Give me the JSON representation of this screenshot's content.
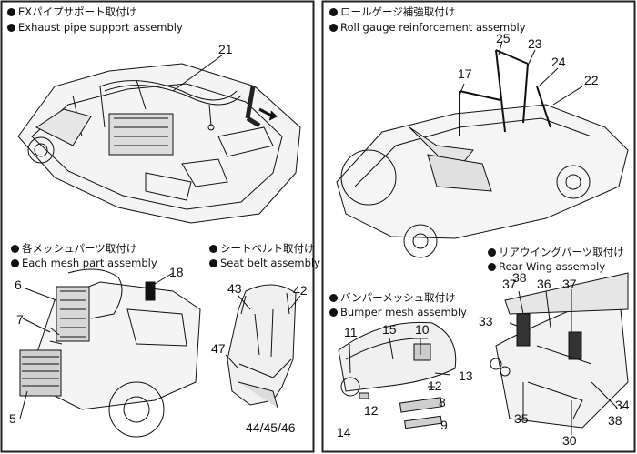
{
  "colors": {
    "ink": "#111111",
    "paper": "#ffffff",
    "fill": "#cfcfcf",
    "frame": "#222222"
  },
  "panels": {
    "exhaust": {
      "title_jp": "EXパイプサポート取付け",
      "title_en": "Exhaust pipe support assembly",
      "parts": [
        "21"
      ]
    },
    "mesh": {
      "title_jp": "各メッシュパーツ取付け",
      "title_en": "Each mesh part assembly",
      "parts": [
        "6",
        "7",
        "5",
        "18"
      ]
    },
    "seatbelt": {
      "title_jp": "シートベルト取付け",
      "title_en": "Seat belt assembly",
      "parts": [
        "43",
        "42",
        "47",
        "44/45/46"
      ]
    },
    "rollcage": {
      "title_jp": "ロールゲージ補強取付け",
      "title_en": "Roll gauge reinforcement assembly",
      "parts": [
        "25",
        "23",
        "24",
        "17",
        "22"
      ]
    },
    "bumper": {
      "title_jp": "バンパーメッシュ取付け",
      "title_en": "Bumper mesh assembly",
      "parts": [
        "11",
        "15",
        "10",
        "12",
        "13",
        "12",
        "8",
        "14",
        "9"
      ]
    },
    "rearwing": {
      "title_jp": "リアウイングパーツ取付け",
      "title_en": "Rear Wing assembly",
      "parts": [
        "37",
        "38",
        "36",
        "37",
        "33",
        "35",
        "30",
        "34",
        "38"
      ]
    }
  }
}
